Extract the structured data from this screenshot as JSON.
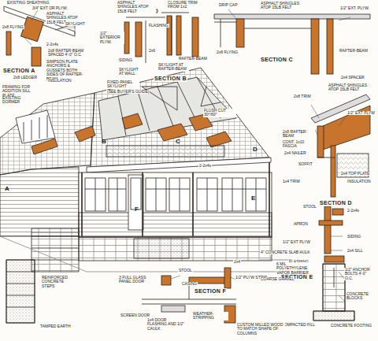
{
  "diagram": {
    "labels": [
      "EXISTING SHEATHING",
      "3/4\" EXT OR PLYW.",
      "ASPHALT SHINGLES ATOP 15LB FELT",
      "SKYLIGHT",
      "2x8 FLYING",
      "SECTION A",
      "2-2x4s",
      "2x8 LEDGER",
      "2x8 RAFTER-BEAM SPACED 4'-0\" O.C.",
      "SIMPSON PLATE ANCHORS & GUSSETS BOTH SIDES OF RAFTER-BEAM",
      "FRAMING FOR ADDITION SILL PLATE",
      "EXISTING DORMER",
      "INSULATION",
      "ASPHALT SHINGLES ATOP 15LB FELT",
      "1/2\" EXTERIOR PLYW.",
      "FLASHING",
      "CLOSURE TRIM FROM 1x2",
      "SIDING",
      "2x6",
      "SKYLIGHT AT WALL",
      "SKYLIGHT AT RAFTER-BEAM",
      "SECTION B",
      "FIXED-PANEL SKYLIGHT",
      "(SEE BUYER'S GUIDE)",
      "FLUSH CUT 30°/60°",
      "RAFTER-BEAM",
      "DRIP CAP",
      "ASPHALT SHINGLES ATOP 15LB FELT",
      "1/2\" EXT. PLYW.",
      "2x8 FLYING",
      "RAFTER-BEAM",
      "SECTION C",
      "2x4 SPACER",
      "2x8 TRIM",
      "ASPHALT SHINGLES ATOP 15LB FELT",
      "1/2\" EXT PLYW",
      "INSULATION",
      "2x8 RAFTER-BEAM",
      "CONT. 1x10 FASCIA",
      "2x4 NAILER",
      "SOFFIT",
      "1x4 TRIM",
      "SECTION D",
      "2x4 TOP PLATE",
      "STOOL",
      "APRON",
      "2-2x4s",
      "1/2\" EXT PLYW",
      "SIDING",
      "CAULK",
      "2x4 SILL",
      "FLASHING",
      "SECTION E",
      "1/2\" ANCHOR BOLTS 4'-0\" O.C.",
      "CONCRETE BLOCKS",
      "COMPACTED FILL",
      "CONCRETE FOOTING",
      "STOOL",
      "CASING",
      "2x4",
      "1/2\" PLYW STRIP",
      "SECTION F",
      "3 FULL GLASS PANEL DOOR",
      "SCREEN DOOR",
      "1x4 DOOR FLASHING AND 1/2\" CAULK",
      "WEATHER-STRIPPING",
      "CUSTOM MILLED WOOD TO MATCH SHAPE OF COLUMNS",
      "REINFORCED CONCRETE STEPS",
      "TAMPED EARTH",
      "4\" CONCRETE SLAB",
      "6 MIL POLYETHYLENE VAPOR BARRIER",
      "COARSE GRAVEL",
      "A",
      "B",
      "C",
      "D",
      "E",
      "F",
      "2-2x4s"
    ]
  }
}
